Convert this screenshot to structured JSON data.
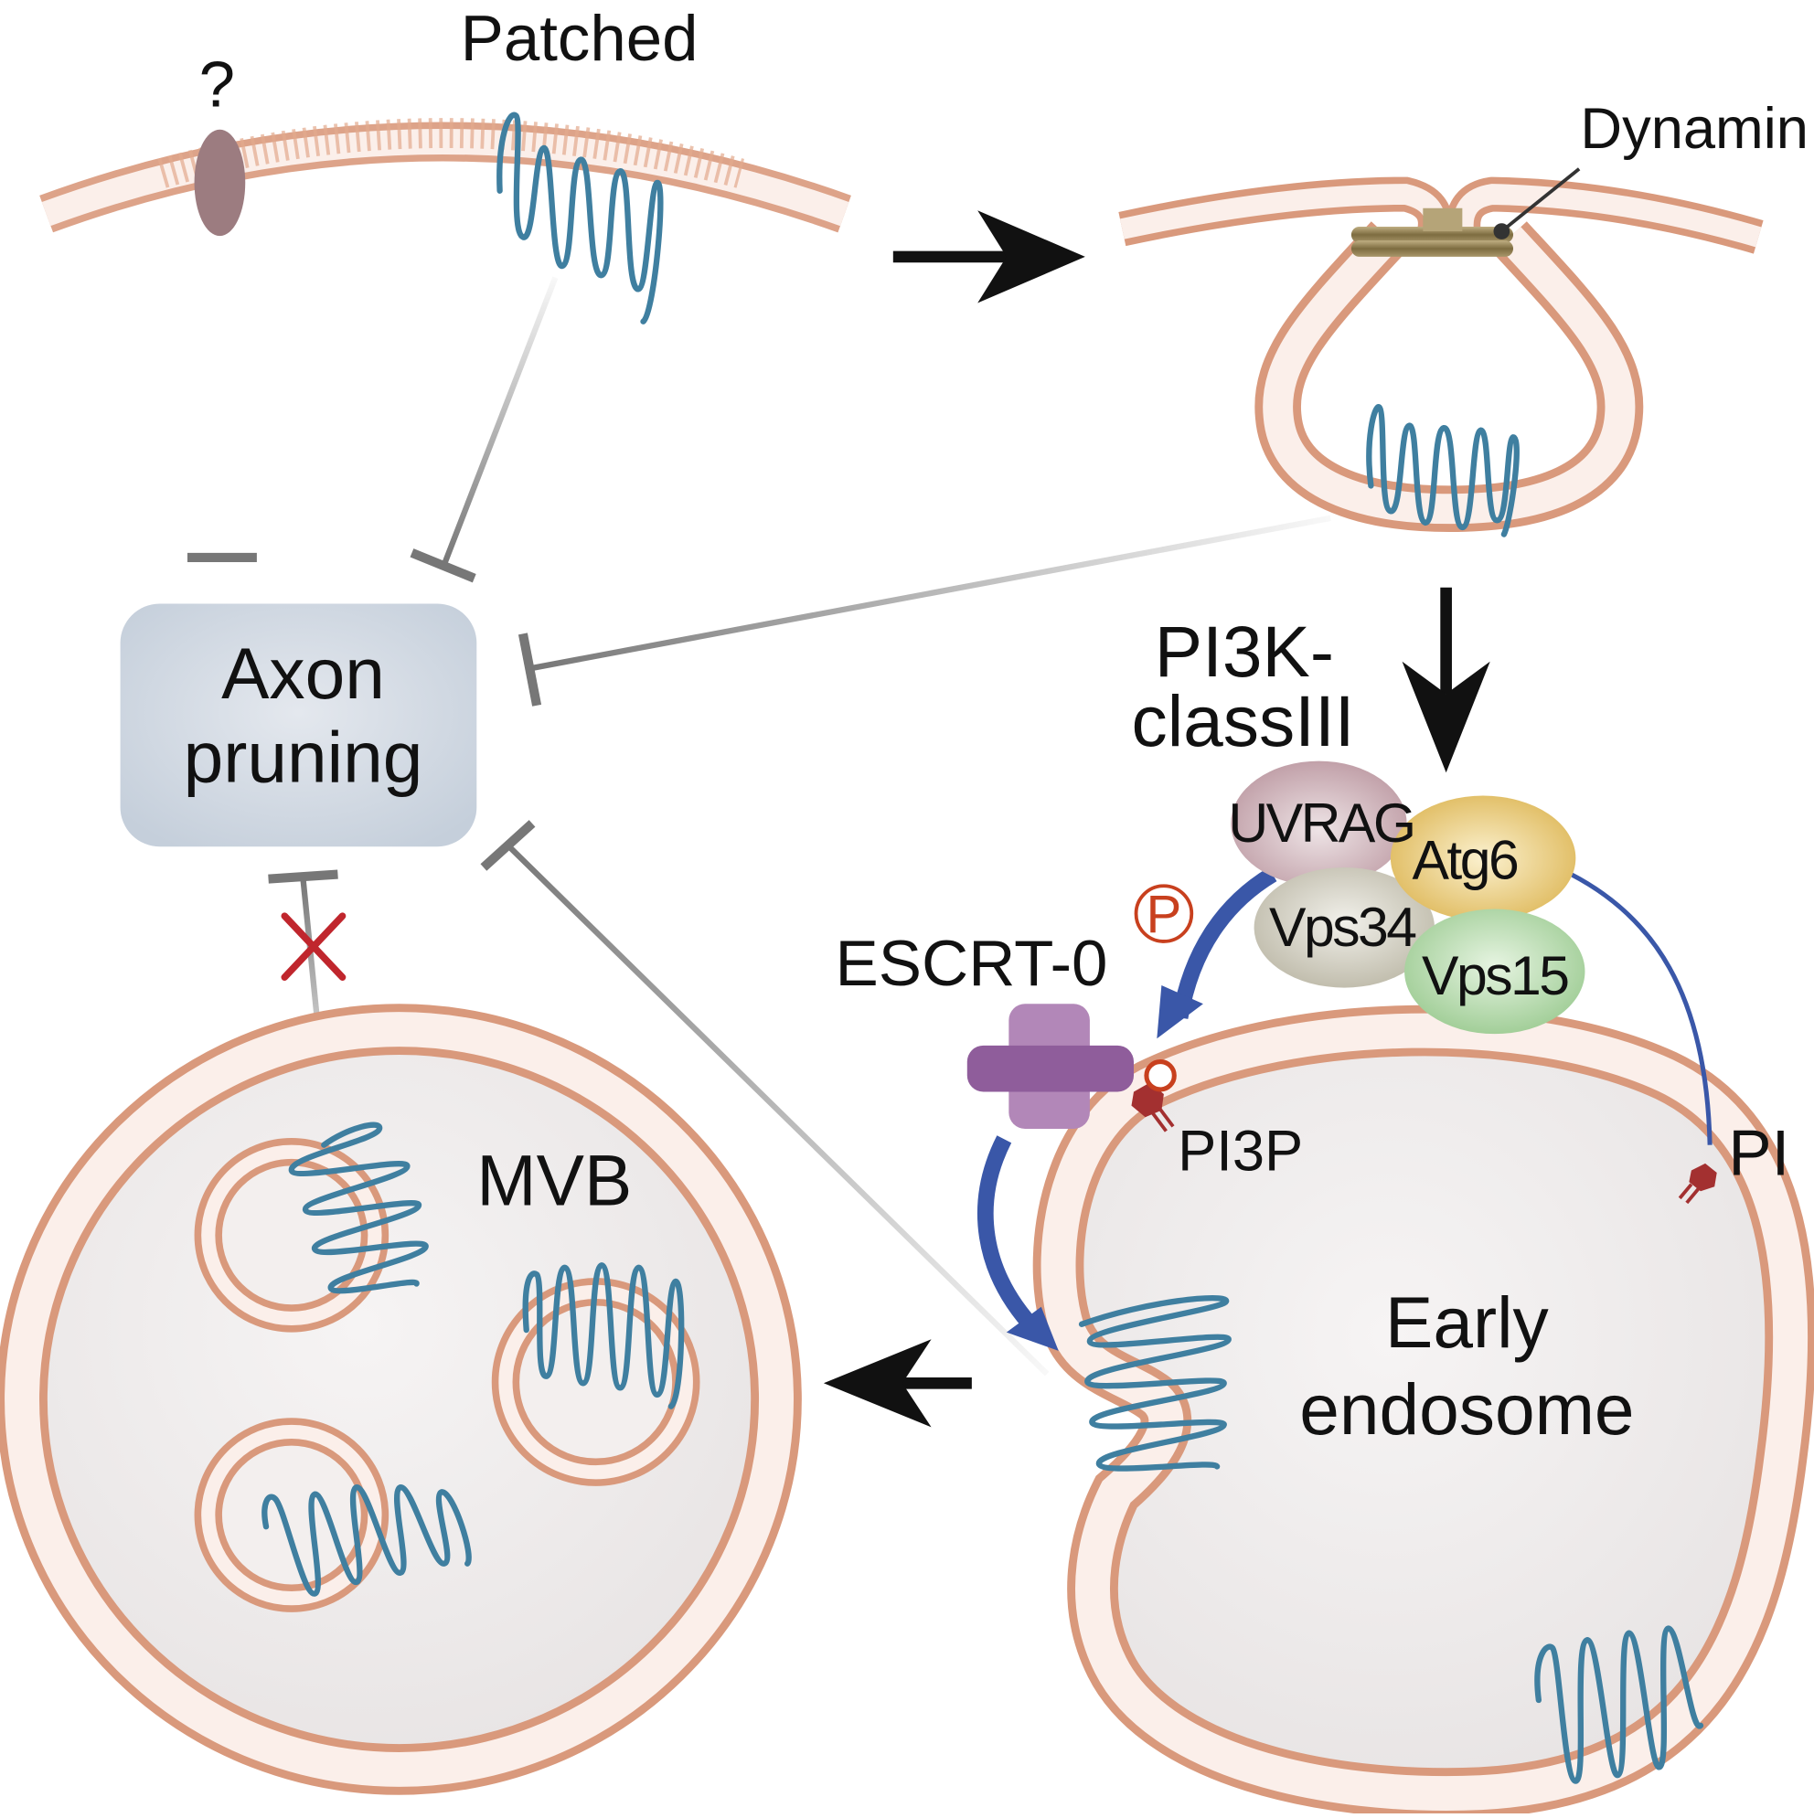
{
  "labels": {
    "unknown_receptor": "?",
    "patched": "Patched",
    "dynamin": "Dynamin",
    "axon_pruning_line1": "Axon",
    "axon_pruning_line2": "pruning",
    "pi3k_line1": "PI3K-",
    "pi3k_line2": "classIII",
    "uvrag": "UVRAG",
    "atg6": "Atg6",
    "vps34": "Vps34",
    "vps15": "Vps15",
    "phospho": "P",
    "escrt0": "ESCRT-0",
    "pi3p": "PI3P",
    "pi": "PI",
    "mvb": "MVB",
    "early_endosome_line1": "Early",
    "early_endosome_line2": "endosome"
  },
  "colors": {
    "membrane_outline": "#d9997c",
    "membrane_fill": "#fbefea",
    "lumen": "#eeeaea",
    "patched": "#3f7fa0",
    "unknown_receptor": "#9c7c80",
    "dynamin": "#8e7d50",
    "axon_box": "#cfd7e2",
    "inhibition_line": "#777777",
    "arrow": "#111111",
    "blue_arrow": "#3a57a8",
    "escrt_dark": "#8f5d9b",
    "escrt_light": "#b287b8",
    "phosphate": "#c8401e",
    "lipid": "#a33030",
    "uvrag": "#c7a8b0",
    "atg6": "#e3c063",
    "vps34": "#c8c4b4",
    "vps15": "#a9d2a0",
    "blocked_x": "#c0262d"
  }
}
